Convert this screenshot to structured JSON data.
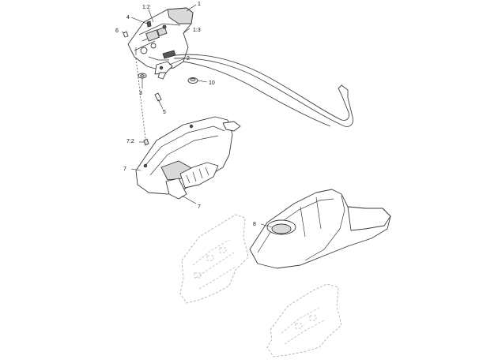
{
  "callouts": {
    "c1": "1",
    "c1_2": "1:2",
    "c1_3": "1:3",
    "c2": "2",
    "c3": "3",
    "c4": "4",
    "c5": "5",
    "c6": "6",
    "c7_top": "7",
    "c7_bottom": "7",
    "c7_2": "7:2",
    "c8": "8",
    "c10": "10"
  }
}
